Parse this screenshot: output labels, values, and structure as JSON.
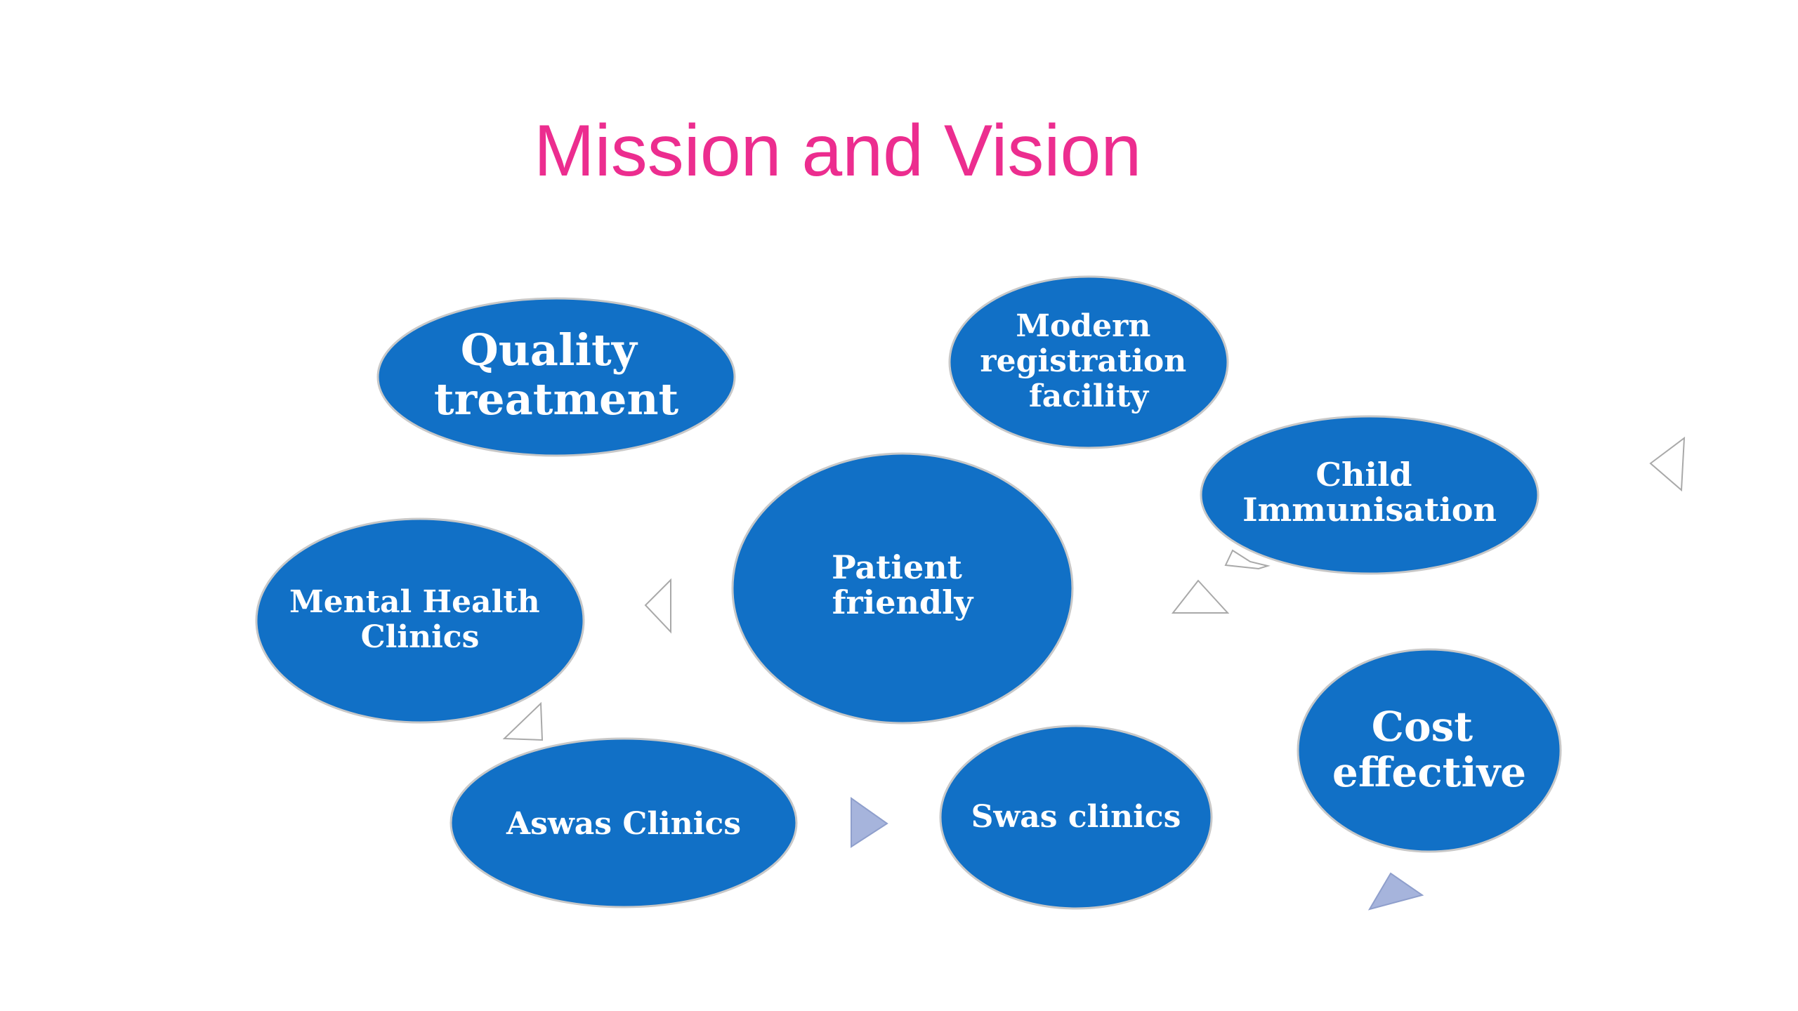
{
  "title": "Mission and Vision",
  "colors": {
    "title": "#ec2d8f",
    "bubble_fill": "#1170c6",
    "bubble_text": "#ffffff",
    "arrow_fill": "#a6b4dc"
  },
  "nodes": {
    "center": {
      "lines": [
        "Patient",
        "friendly"
      ]
    },
    "quality": {
      "lines": [
        "Quality",
        "treatment"
      ]
    },
    "modern": {
      "lines": [
        "Modern",
        "registration",
        "facility"
      ]
    },
    "child": {
      "lines": [
        "Child",
        "Immunisation"
      ]
    },
    "mental": {
      "lines": [
        "Mental Health",
        "Clinics"
      ]
    },
    "aswas": {
      "lines": [
        "Aswas Clinics"
      ]
    },
    "swas": {
      "lines": [
        "Swas clinics"
      ]
    },
    "cost": {
      "lines": [
        "Cost",
        "effective"
      ]
    }
  }
}
